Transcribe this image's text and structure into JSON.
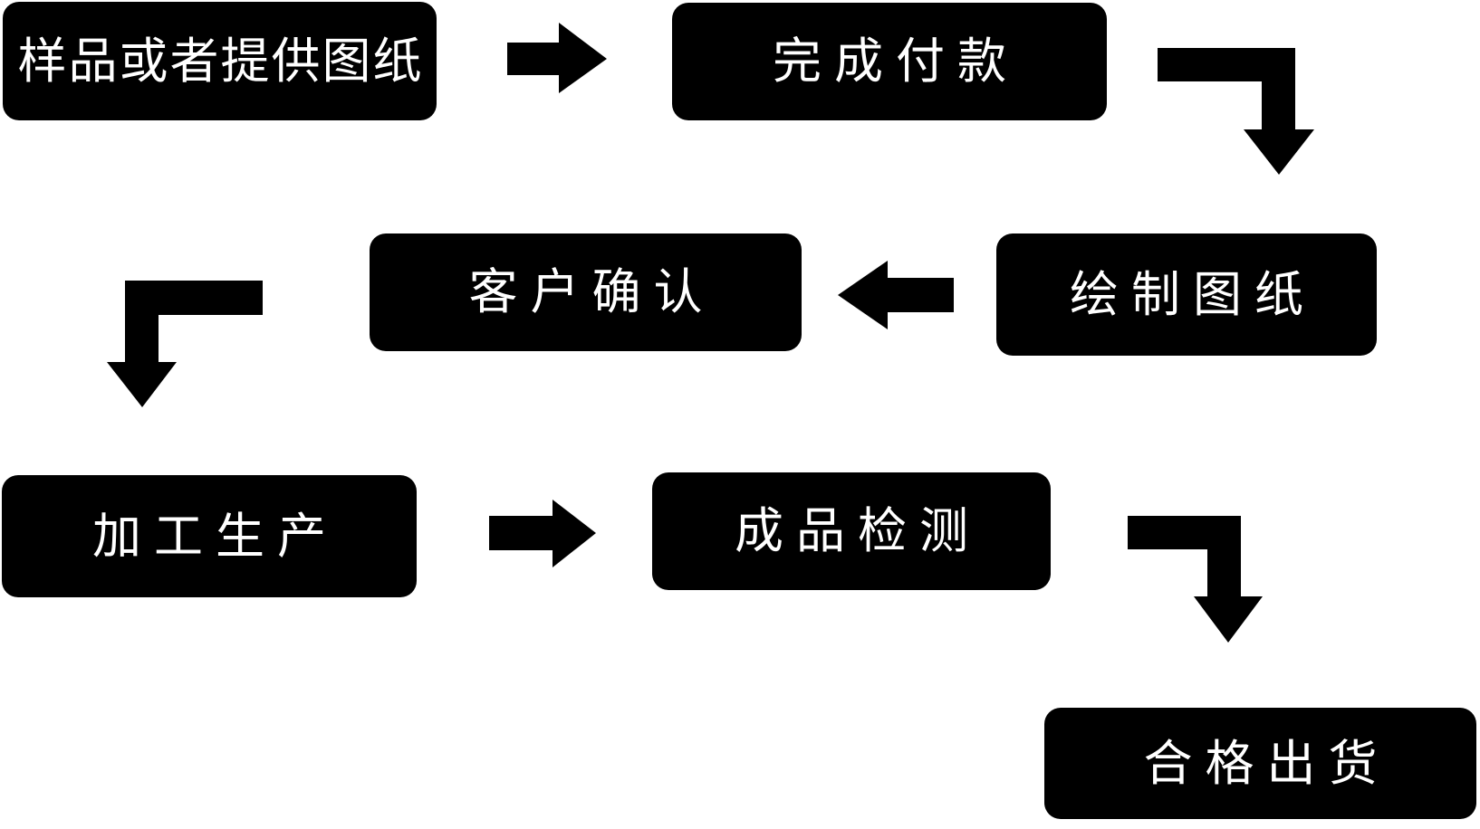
{
  "diagram": {
    "type": "flowchart",
    "background_color": "#ffffff",
    "node_fill_color": "#000000",
    "node_text_color": "#ffffff",
    "arrow_color": "#000000",
    "nodes": [
      {
        "id": "sample",
        "label": "样品或者提供图纸"
      },
      {
        "id": "payment",
        "label": "完成付款"
      },
      {
        "id": "draw",
        "label": "绘制图纸"
      },
      {
        "id": "confirm",
        "label": "客户确认"
      },
      {
        "id": "produce",
        "label": "加工生产"
      },
      {
        "id": "inspect",
        "label": "成品检测"
      },
      {
        "id": "ship",
        "label": "合格出货"
      }
    ],
    "edges": [
      {
        "from": "sample",
        "to": "payment",
        "arrow": "straight-right"
      },
      {
        "from": "payment",
        "to": "draw",
        "arrow": "elbow-right-then-down"
      },
      {
        "from": "draw",
        "to": "confirm",
        "arrow": "straight-left"
      },
      {
        "from": "confirm",
        "to": "produce",
        "arrow": "elbow-left-then-down"
      },
      {
        "from": "produce",
        "to": "inspect",
        "arrow": "straight-right"
      },
      {
        "from": "inspect",
        "to": "ship",
        "arrow": "elbow-right-then-down"
      }
    ]
  }
}
